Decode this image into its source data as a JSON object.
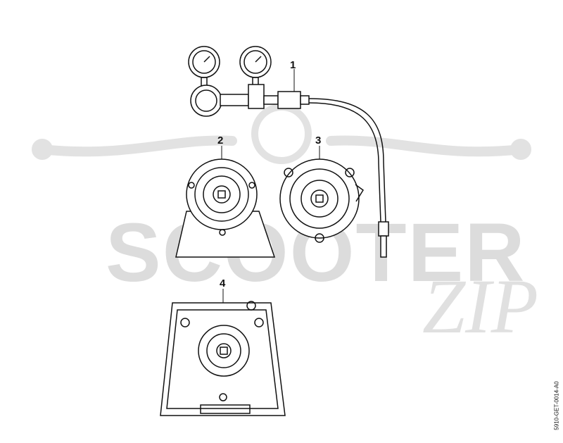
{
  "watermark": {
    "text": "SCOOTER",
    "script": "ZIP"
  },
  "document_code": "5910-GET-0014-A0",
  "callouts": [
    {
      "id": "1",
      "label": "1"
    },
    {
      "id": "2",
      "label": "2"
    },
    {
      "id": "3",
      "label": "3"
    },
    {
      "id": "4",
      "label": "4"
    }
  ],
  "colors": {
    "line": "#111111",
    "watermark": "#dcdcdc",
    "background": "#ffffff"
  }
}
